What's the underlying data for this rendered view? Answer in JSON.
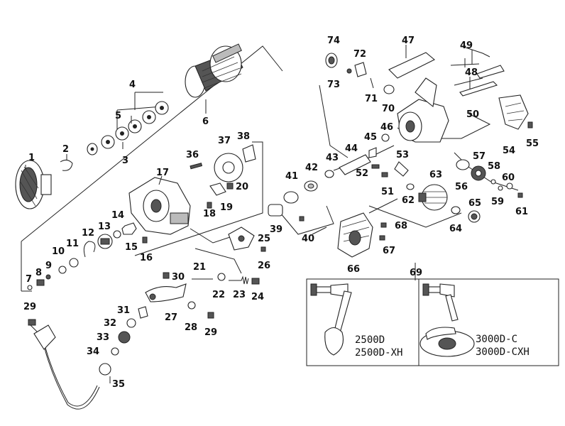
{
  "parts": [
    "1",
    "2",
    "3",
    "4",
    "5",
    "6",
    "7",
    "8",
    "9",
    "10",
    "11",
    "12",
    "13",
    "14",
    "15",
    "16",
    "17",
    "18",
    "19",
    "20",
    "21",
    "22",
    "23",
    "24",
    "25",
    "26",
    "27",
    "28",
    "29",
    "29",
    "30",
    "31",
    "32",
    "33",
    "34",
    "35",
    "36",
    "37",
    "38",
    "39",
    "40",
    "41",
    "42",
    "43",
    "44",
    "45",
    "46",
    "47",
    "48",
    "49",
    "50",
    "51",
    "52",
    "53",
    "54",
    "55",
    "56",
    "57",
    "58",
    "59",
    "60",
    "61",
    "62",
    "63",
    "64",
    "65",
    "66",
    "67",
    "68",
    "69",
    "70",
    "71",
    "72",
    "73",
    "74"
  ],
  "handle_box": {
    "left_models": [
      "2500D",
      "2500D-XH"
    ],
    "right_models": [
      "3000D-C",
      "3000D-CXH"
    ]
  }
}
